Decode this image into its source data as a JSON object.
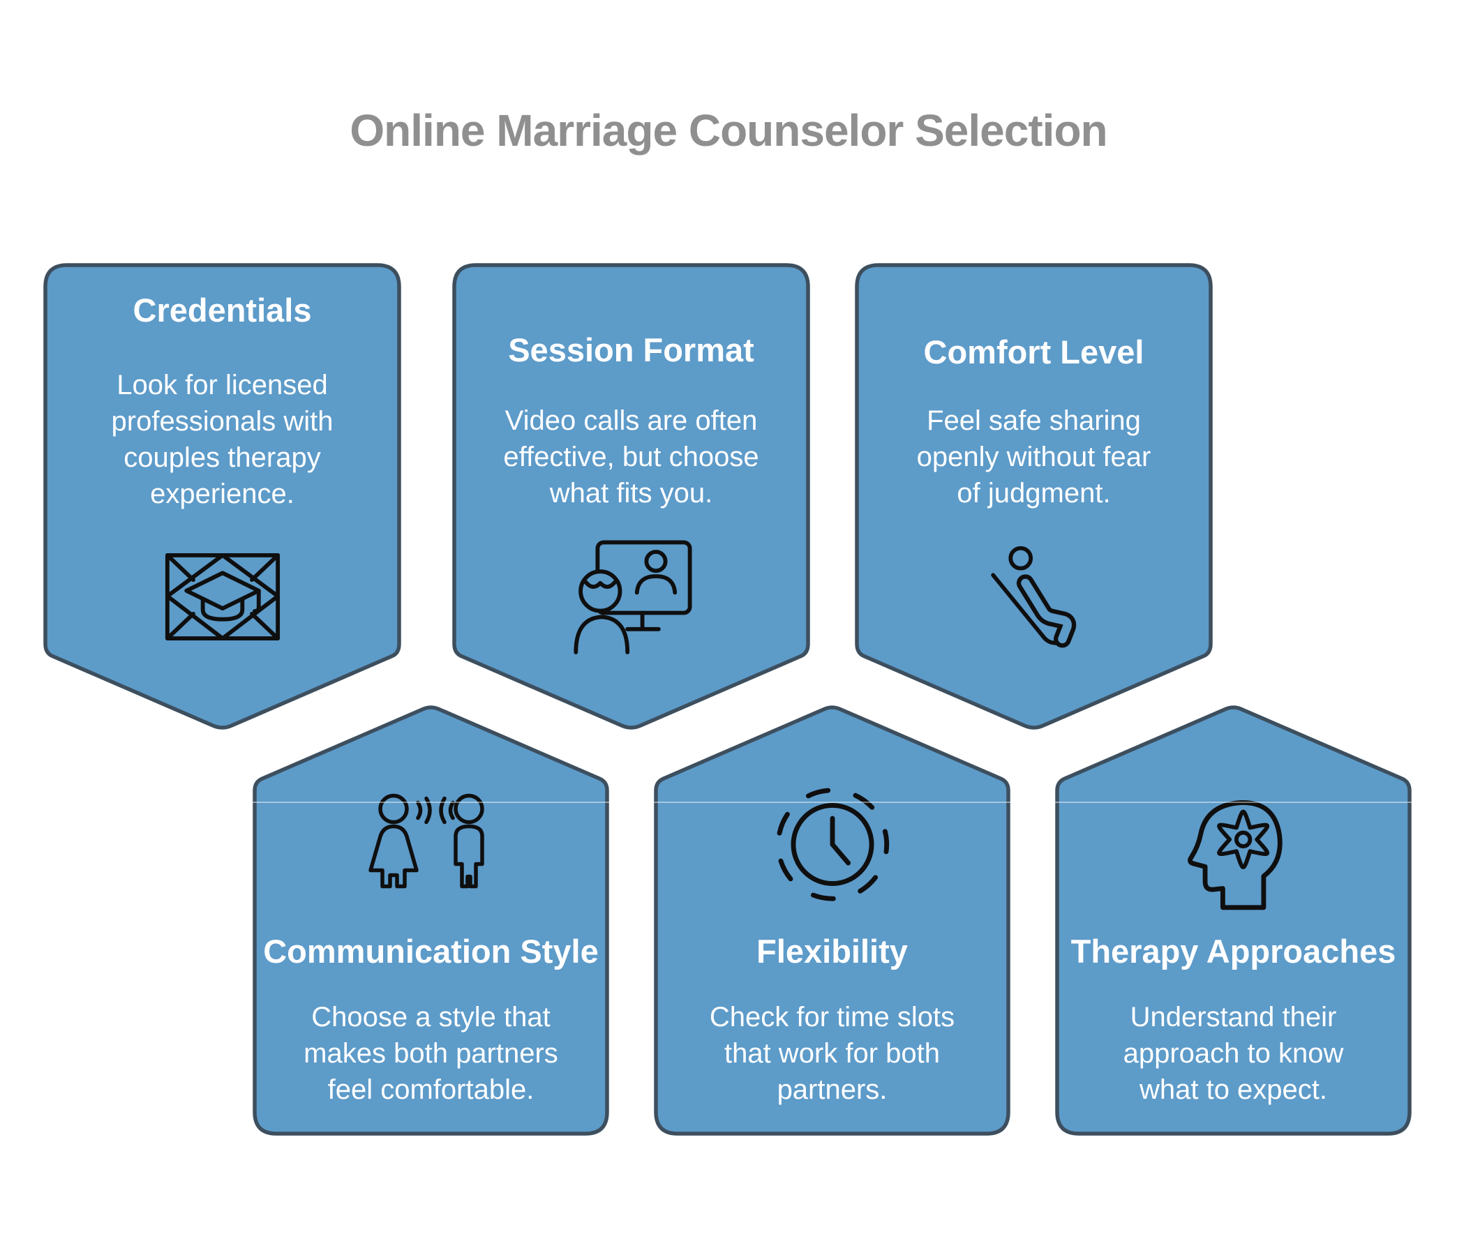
{
  "page_title": "Online Marriage Counselor Selection",
  "colors": {
    "background": "#ffffff",
    "card_fill": "#5d9bc9",
    "card_border": "#3d4f5e",
    "card_text": "#ffffff",
    "title_gray": "#8f8f8f",
    "icon_stroke": "#0f0f0f"
  },
  "cards": [
    {
      "title": "Credentials",
      "body": "Look for licensed\nprofessionals with\ncouples therapy\nexperience.",
      "icon": "graduation-certificate-icon"
    },
    {
      "title": "Session Format",
      "body": "Video calls are often\neffective, but choose\nwhat fits you.",
      "icon": "video-call-icon"
    },
    {
      "title": "Comfort Level",
      "body": "Feel safe sharing\nopenly without fear\nof judgment.",
      "icon": "reclining-person-icon"
    },
    {
      "title": "Communication Style",
      "body": "Choose a style that\nmakes both partners\nfeel comfortable.",
      "icon": "two-people-talking-icon"
    },
    {
      "title": "Flexibility",
      "body": "Check for time slots\nthat work for both\npartners.",
      "icon": "clock-icon"
    },
    {
      "title": "Therapy Approaches",
      "body": "Understand their\napproach to know\nwhat to expect.",
      "icon": "head-gear-icon"
    }
  ]
}
